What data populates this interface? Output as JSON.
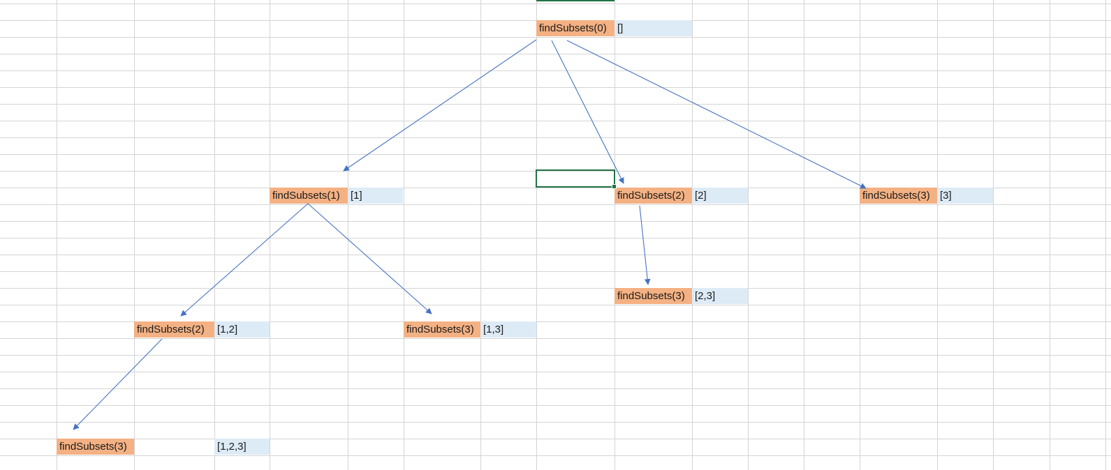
{
  "colors": {
    "function_cell": "#f4b183",
    "value_cell": "#ddebf7",
    "arrow": "#4472c4",
    "gridline": "#d4d4d4",
    "selection": "#217346"
  },
  "nodes": {
    "n0": {
      "label": "findSubsets(0)",
      "value": "[]"
    },
    "n1": {
      "label": "findSubsets(1)",
      "value": "[1]"
    },
    "n2": {
      "label": "findSubsets(2)",
      "value": "[2]"
    },
    "n3": {
      "label": "findSubsets(3)",
      "value": "[3]"
    },
    "n23": {
      "label": "findSubsets(3)",
      "value": "[2,3]"
    },
    "n12": {
      "label": "findSubsets(2)",
      "value": "[1,2]"
    },
    "n13": {
      "label": "findSubsets(3)",
      "value": "[1,3]"
    },
    "n123": {
      "label": "findSubsets(3)",
      "value": "[1,2,3]"
    }
  },
  "edges": [
    {
      "from": "n0",
      "to": "n1"
    },
    {
      "from": "n0",
      "to": "n2"
    },
    {
      "from": "n0",
      "to": "n3"
    },
    {
      "from": "n1",
      "to": "n12"
    },
    {
      "from": "n1",
      "to": "n13"
    },
    {
      "from": "n2",
      "to": "n23"
    },
    {
      "from": "n12",
      "to": "n123"
    }
  ]
}
